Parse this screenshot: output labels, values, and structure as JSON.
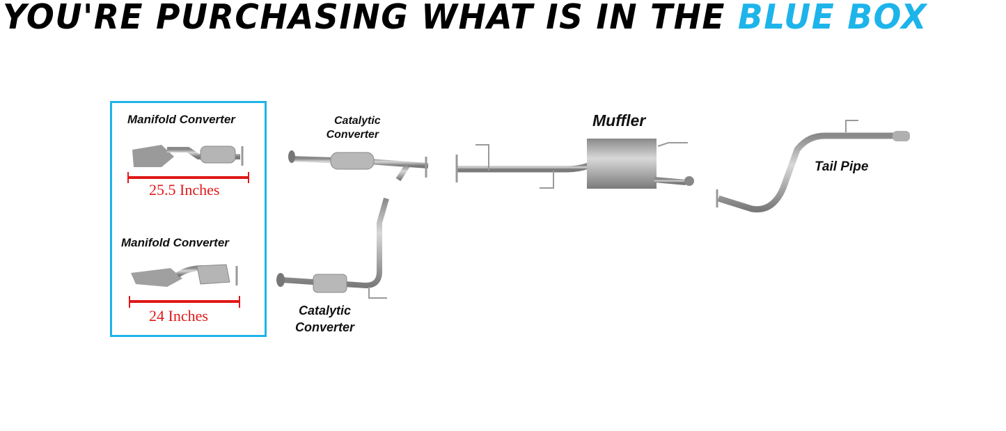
{
  "header": {
    "title_prefix": "YOU'RE PURCHASING WHAT IS IN THE",
    "title_highlight": "BLUE BOX"
  },
  "colors": {
    "accent_blue": "#1db4ea",
    "dimension_red": "#e01818",
    "part_gray": "#a9a9a9"
  },
  "parts": {
    "manifold_1": {
      "label": "Manifold Converter",
      "dimension": "25.5 Inches"
    },
    "manifold_2": {
      "label": "Manifold Converter",
      "dimension": "24 Inches"
    },
    "catalytic_1": {
      "label_line1": "Catalytic",
      "label_line2": "Converter"
    },
    "catalytic_2": {
      "label_line1": "Catalytic",
      "label_line2": "Converter"
    },
    "muffler": {
      "label": "Muffler"
    },
    "tail_pipe": {
      "label": "Tail Pipe"
    }
  }
}
